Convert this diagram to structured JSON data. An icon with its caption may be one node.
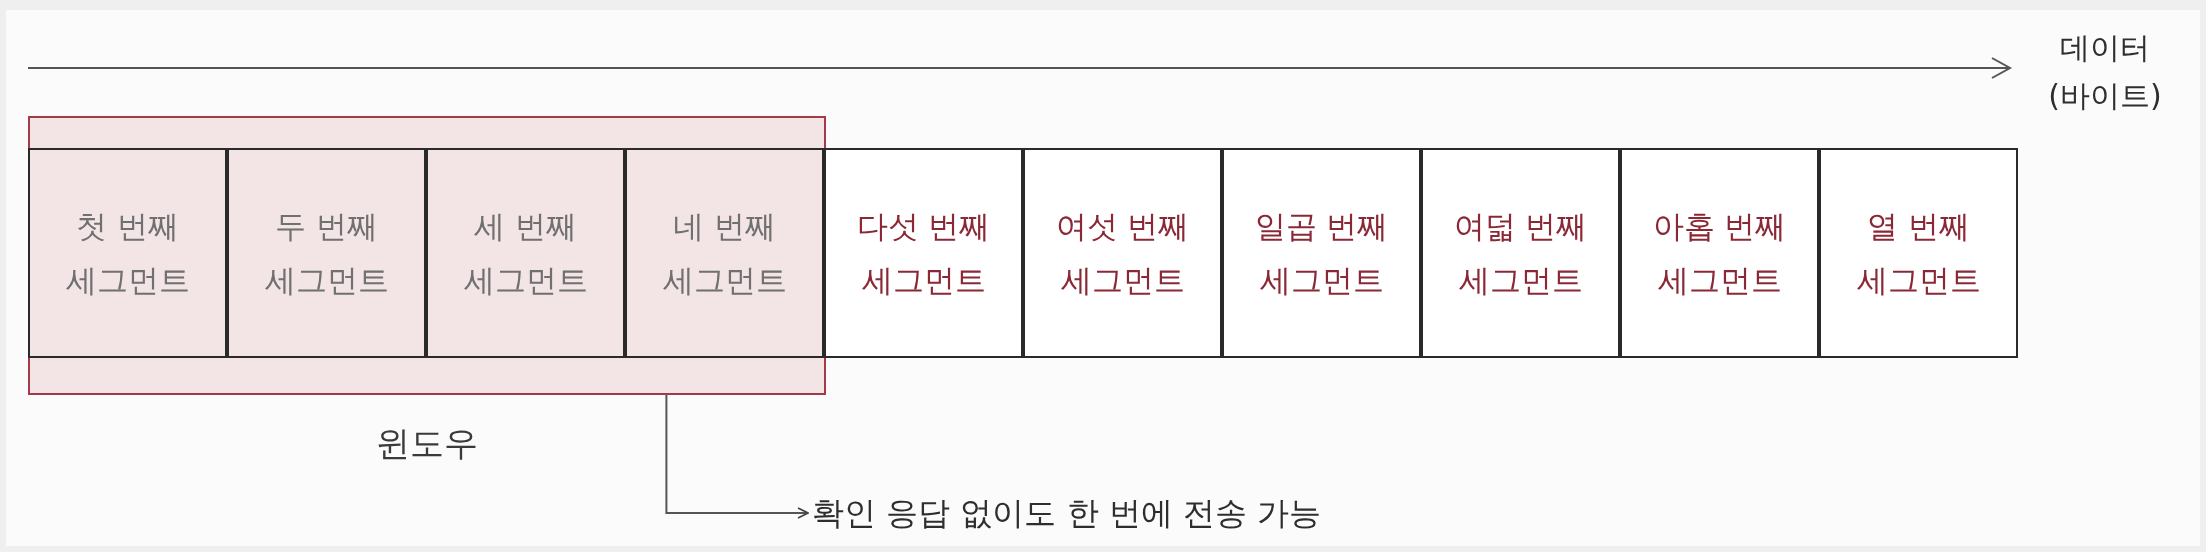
{
  "diagram": {
    "nodes": [
      {
        "text": [
          "윈도우"
        ]
      },
      {
        "text": [
          "첫 번째 세그먼트"
        ],
        "in": 0
      },
      {
        "text": [
          "두 번째 세그먼트"
        ],
        "in": 0
      },
      {
        "text": [
          "세 번째 세그먼트"
        ],
        "in": 0
      },
      {
        "text": [
          "네 번째 세그먼트"
        ],
        "in": 0
      },
      {
        "text": [
          "다섯 번째 세그먼트"
        ]
      },
      {
        "text": [
          "여섯 번째 세그먼트"
        ]
      },
      {
        "text": [
          "일곱 번째 세그먼트"
        ]
      },
      {
        "text": [
          "여덟 번째 세그먼트"
        ]
      },
      {
        "text": [
          "아홉 번째 세그먼트"
        ]
      },
      {
        "text": [
          "열 번째 세그먼트"
        ]
      },
      {
        "text": [
          "확인 응답 없이도 한 번에 전송 가능"
        ]
      }
    ],
    "edges": [
      {
        "from": 0,
        "to": 11,
        "arrow": "to"
      }
    ],
    "labels": [
      "데이터 (바이트)"
    ]
  }
}
